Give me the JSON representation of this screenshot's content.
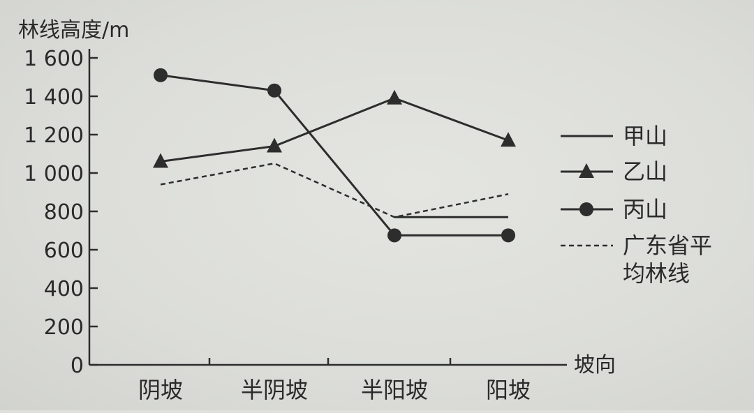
{
  "chart_data": {
    "type": "line",
    "title": "",
    "ylabel": "林线高度/m",
    "xlabel": "坡向",
    "categories": [
      "阴坡",
      "半阴坡",
      "半阳坡",
      "阳坡"
    ],
    "ylim": [
      0,
      1600
    ],
    "yticks": [
      0,
      200,
      400,
      600,
      800,
      1000,
      1200,
      1400,
      1600
    ],
    "ytick_labels": [
      "0",
      "200",
      "400",
      "600",
      "800",
      "1 000",
      "1 200",
      "1 400",
      "1 600"
    ],
    "grid": false,
    "legend_position": "right",
    "series": [
      {
        "name": "甲山",
        "marker": "none",
        "dash": "solid",
        "values": [
          null,
          null,
          770,
          770
        ]
      },
      {
        "name": "乙山",
        "marker": "triangle",
        "dash": "solid",
        "values": [
          1060,
          1140,
          1390,
          1170
        ]
      },
      {
        "name": "丙山",
        "marker": "circle",
        "dash": "solid",
        "values": [
          1510,
          1430,
          675,
          675
        ]
      },
      {
        "name": "广东省平均林线",
        "marker": "none",
        "dash": "dashed",
        "values": [
          940,
          1050,
          770,
          890
        ]
      }
    ],
    "legend_label_lines": [
      [
        "甲山"
      ],
      [
        "乙山"
      ],
      [
        "丙山"
      ],
      [
        "广东省平",
        "均林线"
      ]
    ],
    "colors": {
      "line": "#2d2d2d",
      "background": "#dfe0dc"
    }
  }
}
